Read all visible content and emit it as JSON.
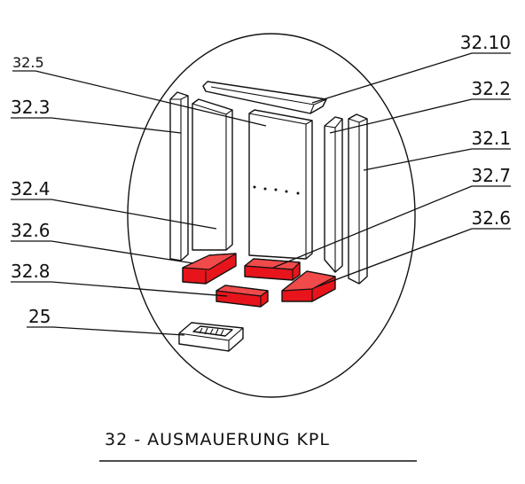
{
  "labels": {
    "l_32_5": "32.5",
    "l_32_3": "32.3",
    "l_32_4": "32.4",
    "l_32_6_left": "32.6",
    "l_32_8": "32.8",
    "l_25": "25",
    "l_32_10": "32.10",
    "l_32_2": "32.2",
    "l_32_1": "32.1",
    "l_32_7": "32.7",
    "l_32_6_right": "32.6"
  },
  "caption": "32 - AUSMAUERUNG KPL",
  "colors": {
    "brick_red": "#e8141b",
    "line": "#111111"
  }
}
